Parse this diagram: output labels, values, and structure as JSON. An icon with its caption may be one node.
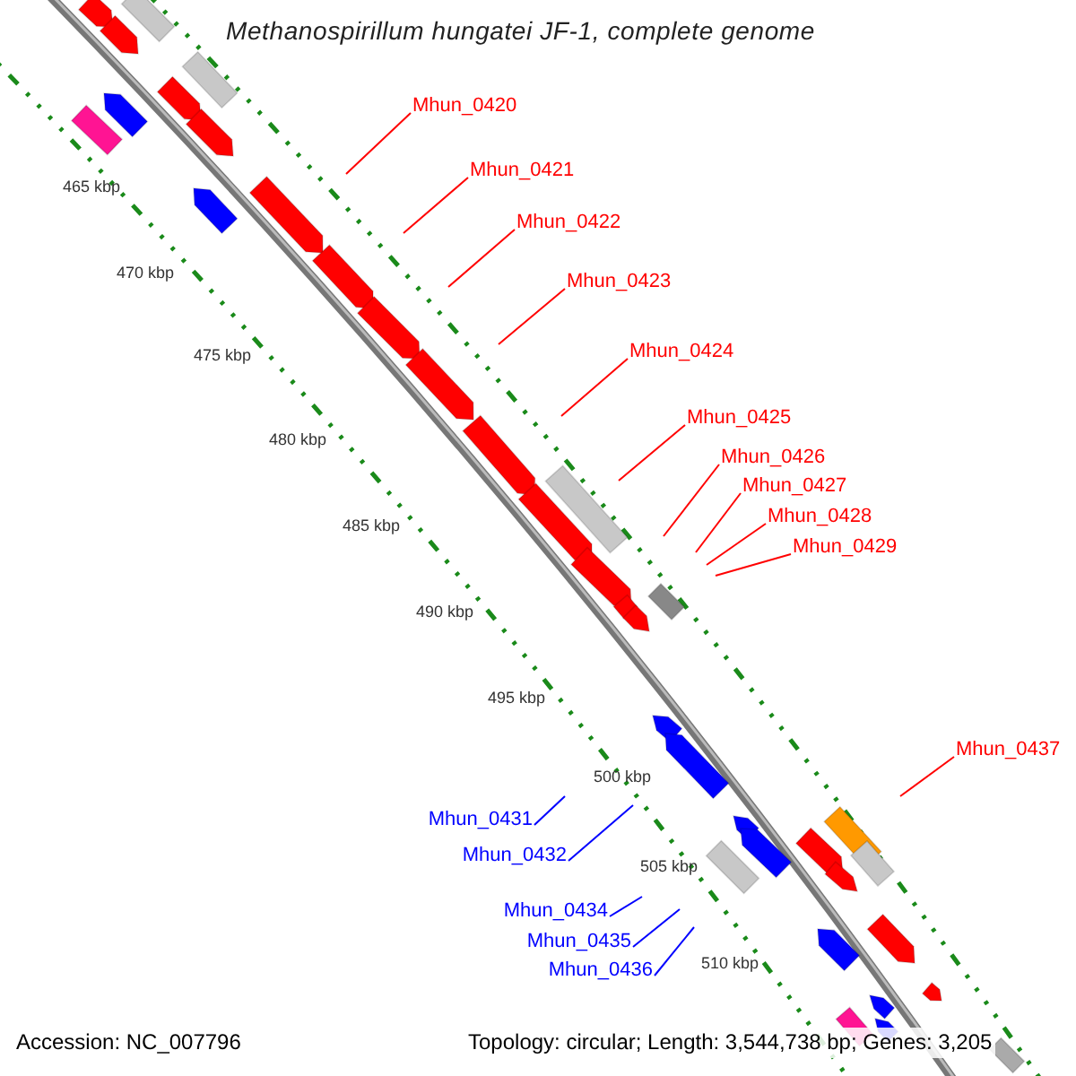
{
  "diagram": {
    "title": "Methanospirillum hungatei JF-1, complete genome",
    "nodes": [
      {
        "text": [
          "Mhun_0420"
        ]
      },
      {
        "text": [
          "Mhun_0421"
        ]
      },
      {
        "text": [
          "Mhun_0422"
        ]
      },
      {
        "text": [
          "Mhun_0423"
        ]
      },
      {
        "text": [
          "Mhun_0424"
        ]
      },
      {
        "text": [
          "Mhun_0425"
        ]
      },
      {
        "text": [
          "Mhun_0426"
        ]
      },
      {
        "text": [
          "Mhun_0427"
        ]
      },
      {
        "text": [
          "Mhun_0428"
        ]
      },
      {
        "text": [
          "Mhun_0429"
        ]
      },
      {
        "text": [
          "Mhun_0437"
        ]
      },
      {
        "text": [
          "Mhun_0431"
        ]
      },
      {
        "text": [
          "Mhun_0432"
        ]
      },
      {
        "text": [
          "Mhun_0434"
        ]
      },
      {
        "text": [
          "Mhun_0435"
        ]
      },
      {
        "text": [
          "Mhun_0436"
        ]
      }
    ],
    "edges": [
      {
        "from": 0,
        "to": null,
        "arrow": "none"
      },
      {
        "from": 1,
        "to": null,
        "arrow": "none"
      },
      {
        "from": 2,
        "to": null,
        "arrow": "none"
      },
      {
        "from": 3,
        "to": null,
        "arrow": "none"
      },
      {
        "from": 4,
        "to": null,
        "arrow": "none"
      },
      {
        "from": 5,
        "to": null,
        "arrow": "none"
      },
      {
        "from": 6,
        "to": null,
        "arrow": "none"
      },
      {
        "from": 7,
        "to": null,
        "arrow": "none"
      },
      {
        "from": 8,
        "to": null,
        "arrow": "none"
      },
      {
        "from": 9,
        "to": null,
        "arrow": "none"
      },
      {
        "from": 10,
        "to": null,
        "arrow": "none"
      },
      {
        "from": 11,
        "to": null,
        "arrow": "none",
        "color": "#0000ff"
      },
      {
        "from": 12,
        "to": null,
        "arrow": "none",
        "color": "#0000ff"
      },
      {
        "from": 13,
        "to": null,
        "arrow": "none",
        "color": "#0000ff"
      },
      {
        "from": 14,
        "to": null,
        "arrow": "none",
        "color": "#0000ff"
      },
      {
        "from": 15,
        "to": null,
        "arrow": "none",
        "color": "#0000ff"
      }
    ],
    "labels": [
      "465 kbp",
      "470 kbp",
      "475 kbp",
      "480 kbp",
      "485 kbp",
      "490 kbp",
      "495 kbp",
      "500 kbp",
      "505 kbp",
      "510 kbp",
      "Accession: NC_007796",
      "Topology: circular; Length: 3,544,738 bp; Genes: 3,205"
    ]
  }
}
